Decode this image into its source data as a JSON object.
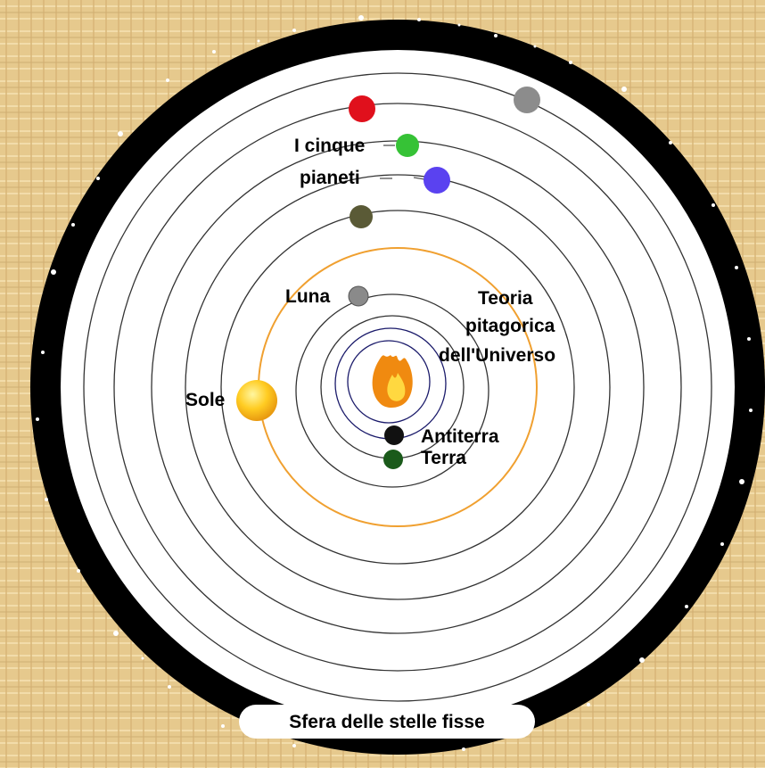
{
  "diagram": {
    "labels": {
      "cinque_line1": "I cinque",
      "cinque_line2": "pianeti",
      "luna": "Luna",
      "teoria_line1": "Teoria",
      "teoria_line2": "pitagorica",
      "teoria_line3": "dell'Universo",
      "sole": "Sole",
      "antiterra": "Antiterra",
      "terra": "Terra",
      "sfera": "Sfera delle stelle fisse"
    },
    "colors": {
      "background": "#e6c98d",
      "outer_ring": "#000000",
      "disc": "#ffffff",
      "orbit": "#333333",
      "sun_orbit": "#f0a030",
      "planet_red": "#e0101c",
      "planet_gray": "#8c8c8c",
      "planet_green": "#36c236",
      "planet_blue": "#5a42f0",
      "planet_olive": "#5a5a36",
      "luna": "#8a8a8a",
      "sole": "#ffcc22",
      "antiterra": "#111111",
      "terra": "#1a5a1a",
      "fire": "#f08a10"
    }
  }
}
